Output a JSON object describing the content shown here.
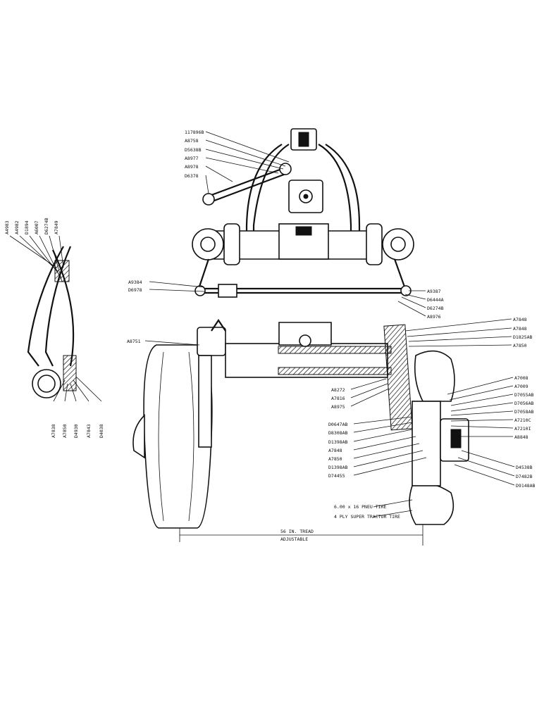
{
  "labels": {
    "top": [
      "117896B",
      "A8758",
      "D5638B",
      "A8977",
      "A8978",
      "D6378"
    ],
    "tie_rod_left": [
      "A9384",
      "D6978"
    ],
    "tie_rod_right": [
      "A9387",
      "D6444A",
      "D6274B",
      "A8976"
    ],
    "left_view_top": [
      "A4983",
      "A4982",
      "D1894",
      "A6007",
      "D6274B",
      "A7849"
    ],
    "left_view_bottom": [
      "A7838",
      "A7850",
      "D4930",
      "A7843",
      "D4038"
    ],
    "mid_left": "A8751",
    "right_upper": [
      "A7848",
      "A7848",
      "D1825AB",
      "A7850"
    ],
    "mid_center": [
      "A8272",
      "A7816",
      "A8975"
    ],
    "right_mid": [
      "A7008",
      "A7009",
      "D7055AB",
      "D7056AB",
      "D7058AB",
      "A7210C",
      "A7210I",
      "A8848"
    ],
    "center_lower": [
      "D0647AB",
      "D8308AB",
      "D1398AB",
      "A7848",
      "A7850",
      "D1398AB",
      "D74455"
    ],
    "right_lower": [
      "D4538B",
      "D7482B",
      "D9148AB"
    ]
  },
  "tire_notes": [
    "6.00 x 16 PNEU TIRE",
    "4 PLY SUPER TRACTOR TIRE"
  ],
  "tread_dim": [
    "56 IN. TREAD",
    "ADJUSTABLE"
  ]
}
